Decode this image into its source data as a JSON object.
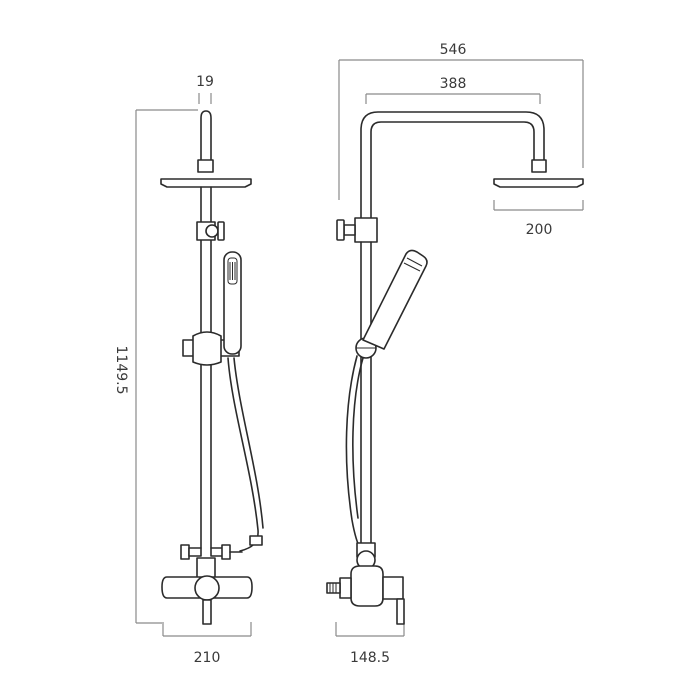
{
  "front_view": {
    "width_top": "19",
    "height": "1149.5",
    "width_bottom": "210"
  },
  "side_view": {
    "overall_width": "546",
    "arm_width": "388",
    "head_diameter": "200",
    "projection": "148.5"
  },
  "colors": {
    "line": "#2b2b2b",
    "dimension": "#8a8a8a",
    "text": "#3a3a3a"
  }
}
